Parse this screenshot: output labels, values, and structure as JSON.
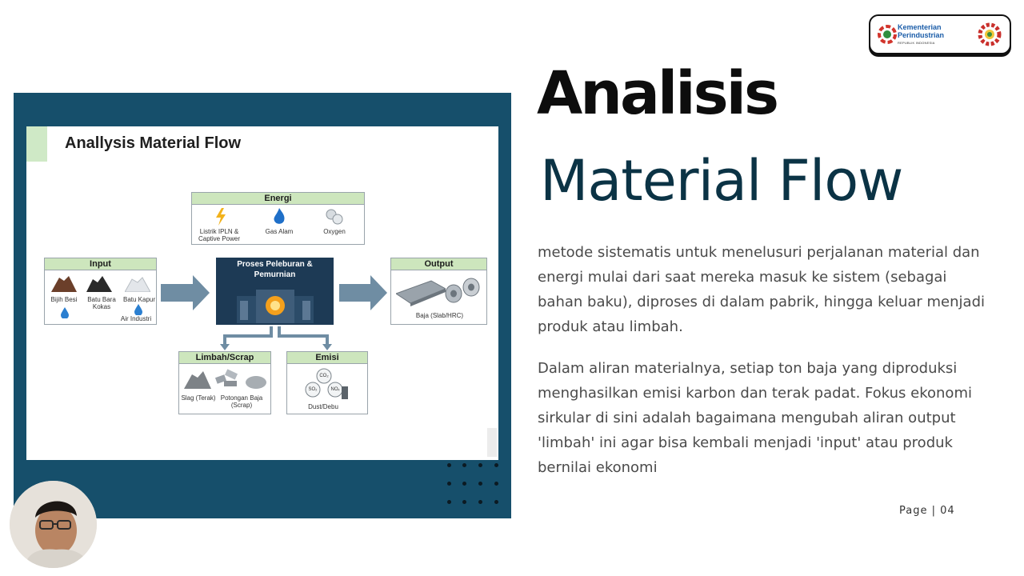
{
  "slide": {
    "title": "Analisis",
    "subtitle": "Material Flow",
    "paragraph_1": "metode sistematis untuk menelusuri perjalanan material dan energi mulai dari saat mereka masuk ke sistem (sebagai bahan baku), diproses di dalam pabrik, hingga keluar menjadi produk atau limbah.",
    "paragraph_2": "Dalam aliran materialnya, setiap ton baja yang diproduksi menghasilkan emisi karbon dan terak padat. Fokus ekonomi sirkular di sini adalah bagaimana mengubah aliran output 'limbah' ini agar bisa kembali menjadi 'input' atau produk bernilai ekonomi",
    "page_label": "Page | 04"
  },
  "logo": {
    "line_1": "Kementerian",
    "line_2": "Perindustrian",
    "line_3": "REPUBLIK INDONESIA"
  },
  "diagram": {
    "title": "Anallysis Material Flow",
    "energi": {
      "label": "Energi",
      "items": [
        "Listrik IPLN & Captive Power",
        "Gas Alam",
        "Oxygen"
      ]
    },
    "input": {
      "label": "Input",
      "items": [
        "Bijih Besi",
        "Batu Bara Kokas",
        "Batu Kapur",
        "Air Industri"
      ]
    },
    "process": {
      "label": "Proses Peleburan & Pemurnian"
    },
    "output": {
      "label": "Output",
      "items": [
        "Baja (Slab/HRC)"
      ]
    },
    "limbah": {
      "label": "Limbah/Scrap",
      "items": [
        "Slag (Terak)",
        "Potongan Baja (Scrap)"
      ]
    },
    "emisi": {
      "label": "Emisi",
      "items": [
        "CO₂",
        "SO₂",
        "NOₓ",
        "Dust/Debu"
      ]
    }
  },
  "colors": {
    "frame": "#164f6b",
    "heading_dark": "#0d0d0d",
    "heading_teal": "#0b3345",
    "box_head": "#cde6bd",
    "process": "#1d3a55",
    "arrow": "#6f8da3"
  }
}
